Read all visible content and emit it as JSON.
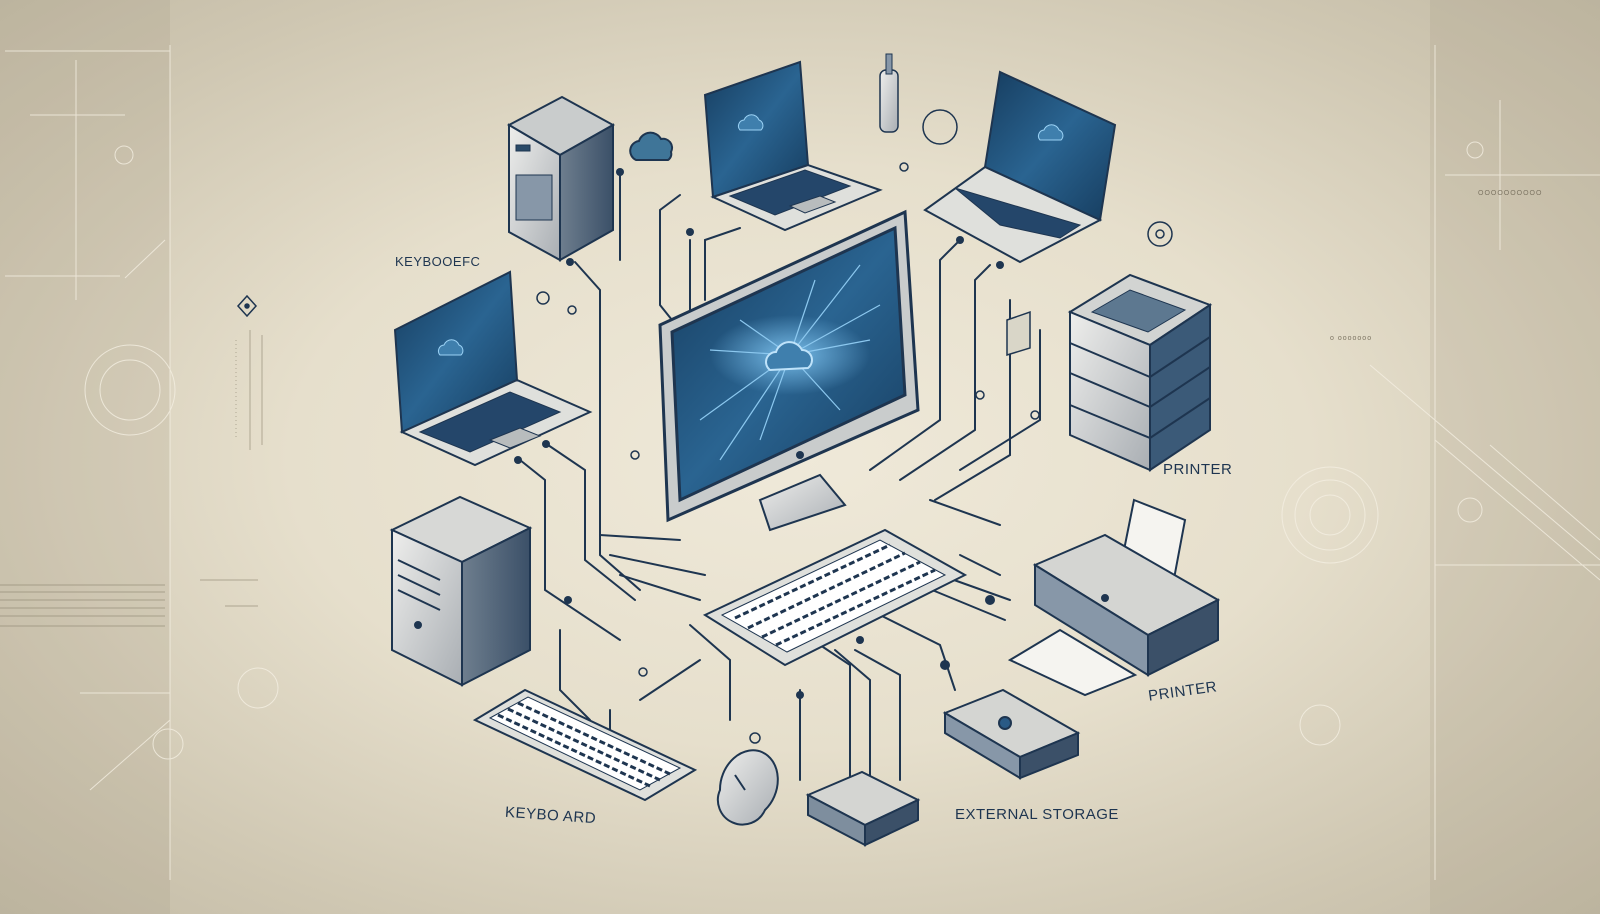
{
  "diagram": {
    "title": "",
    "theme_colors": {
      "background": "#e9e3d2",
      "line": "#1e3550",
      "screen": "#1d4a72",
      "accent": "#4c95c9",
      "device_body": "#d7d8d6"
    },
    "center_node": {
      "name": "Desktop Monitor",
      "icon": "cloud-icon"
    },
    "nodes": [
      {
        "id": "tower-server-top",
        "type": "tower-pc"
      },
      {
        "id": "laptop-top-center",
        "type": "laptop"
      },
      {
        "id": "laptop-top-right",
        "type": "laptop"
      },
      {
        "id": "laptop-left",
        "type": "laptop"
      },
      {
        "id": "server-stack-right",
        "type": "server-rack"
      },
      {
        "id": "tower-pc-left",
        "type": "tower-pc"
      },
      {
        "id": "keyboard-center",
        "type": "keyboard"
      },
      {
        "id": "keyboard-bottom-left",
        "type": "keyboard"
      },
      {
        "id": "mouse",
        "type": "mouse"
      },
      {
        "id": "router",
        "type": "router"
      },
      {
        "id": "external-drive",
        "type": "external-storage"
      },
      {
        "id": "printer",
        "type": "printer"
      },
      {
        "id": "usb-stick",
        "type": "usb-drive"
      },
      {
        "id": "cloud-small",
        "type": "cloud"
      }
    ],
    "labels": {
      "keyboard_top": "KEYBOOEFC",
      "printer_upper": "PRINTER",
      "printer_lower": "PRINTER",
      "keyboard_bottom": "KEYBO ARD",
      "external_storage": "EXTERNAL STORAGE"
    },
    "decorations": {
      "right_small_text_1": "OOOOOOOOOO",
      "right_small_text_2": "o ooooooo"
    }
  }
}
